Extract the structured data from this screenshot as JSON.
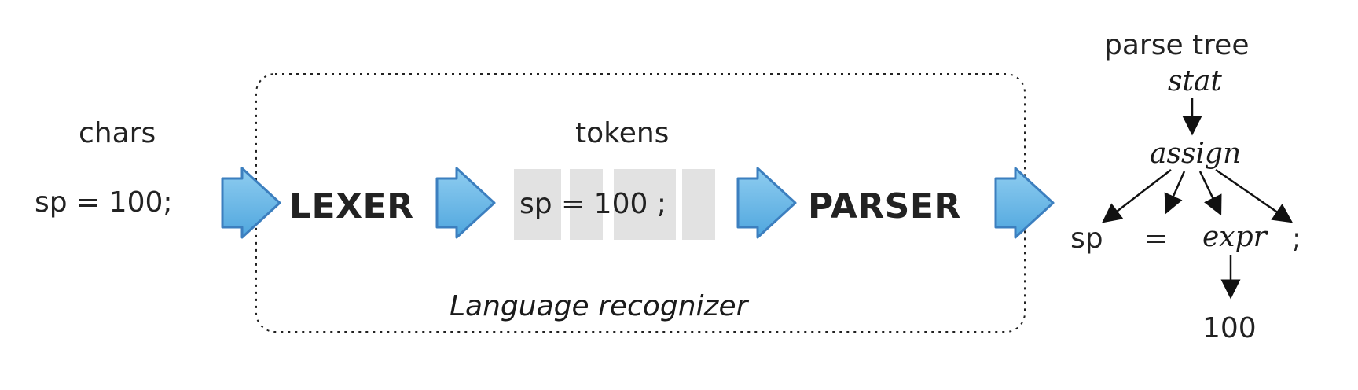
{
  "labels": {
    "chars": "chars",
    "input": "sp = 100;",
    "lexer": "LEXER",
    "tokens": "tokens",
    "tokens_text": "sp = 100 ;",
    "parser": "PARSER",
    "recognizer": "Language recognizer",
    "parse_tree": "parse tree"
  },
  "tree": {
    "root": "stat",
    "child": "assign",
    "leaf_sp": "sp",
    "leaf_eq": "=",
    "leaf_expr": "expr",
    "leaf_semi": ";",
    "leaf_num": "100"
  },
  "colors": {
    "arrow_fill_top": "#8fcdf0",
    "arrow_fill_bottom": "#4fa6de",
    "arrow_stroke": "#3c7fbf",
    "token_bg": "#e2e2e2",
    "dotted_border": "#222222"
  }
}
